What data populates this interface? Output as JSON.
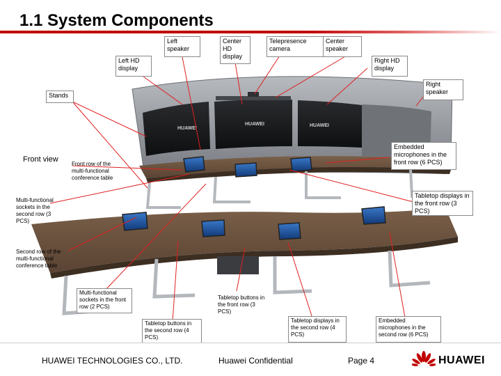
{
  "slide": {
    "title": "1.1 System Components",
    "view_label": "Front view"
  },
  "labels": {
    "left_speaker": "Left speaker",
    "left_hd_display": "Left HD display",
    "center_hd_display": "Center HD display",
    "telepresence_camera": "Telepresence camera",
    "center_speaker": "Center speaker",
    "right_hd_display": "Right HD display",
    "right_speaker": "Right speaker",
    "stands": "Stands",
    "embedded_mics_front": "Embedded microphones in the front row (6 PCS)",
    "front_row_table": "Front row of the multi-functional conference table",
    "tabletop_displays_front": "Tabletop displays in the front row (3 PCS)",
    "sockets_second_row": "Multi-functional sockets in the second row (3 PCS)",
    "second_row_table": "Second row of the multi-functional conference table",
    "sockets_front_row": "Multi-functional sockets in the front row (2 PCS)",
    "buttons_front_row": "Tabletop buttons in the front row (3 PCS)",
    "buttons_second_row": "Tabletop buttons in the second row (4 PCS)",
    "displays_second_row": "Tabletop displays in the second row (4 PCS)",
    "embedded_mics_second": "Embedded microphones in the second row (6 PCS)"
  },
  "screen_brand": "HUAWEI",
  "footer": {
    "company": "HUAWEI TECHNOLOGIES CO., LTD.",
    "confidential": "Huawei Confidential",
    "page": "Page 4",
    "logo_text": "HUAWEI"
  },
  "colors": {
    "accent": "#c00000",
    "callout_line": "#e02020",
    "table_wood": "#6b5340",
    "wall_gray": "#8a8d92"
  }
}
